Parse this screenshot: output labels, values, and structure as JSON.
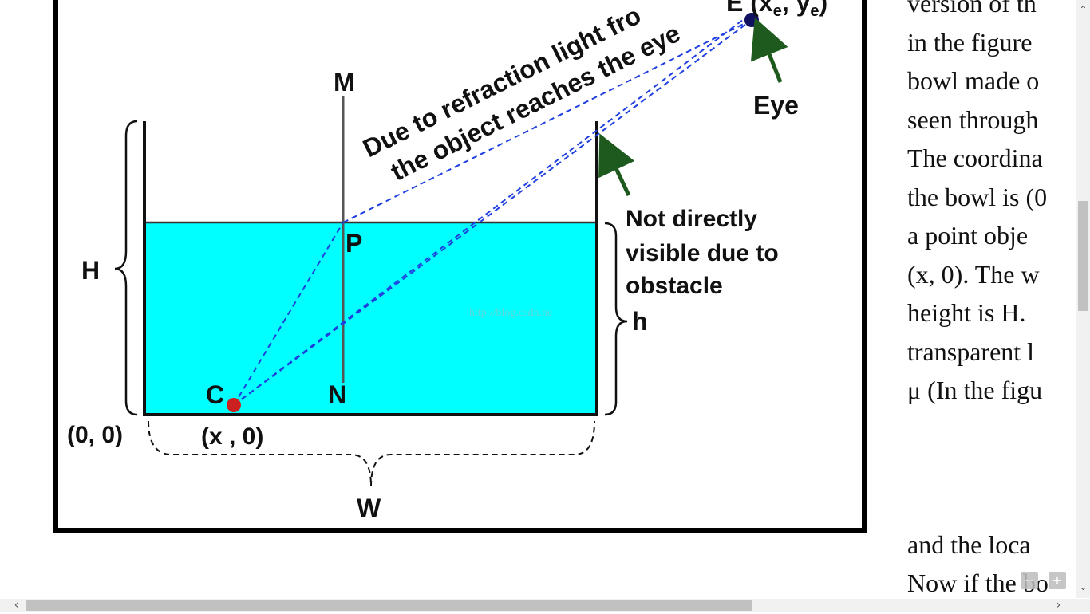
{
  "diagram": {
    "labels": {
      "top_point": "E (x",
      "top_sub_e1": "e",
      "top_comma": ", y",
      "top_sub_e2": "e",
      "top_close": ")",
      "ray_line1": "Due to refraction light fro",
      "ray_line2": "the object reaches the eye",
      "eye": "Eye",
      "m": "M",
      "p": "P",
      "n": "N",
      "c": "C",
      "h_big": "H",
      "h_small": "h",
      "w": "W",
      "origin": "(0, 0)",
      "object_pos": "(x , 0)",
      "not_visible_1": "Not directly",
      "not_visible_2": "visible due to",
      "not_visible_3": "obstacle"
    },
    "colors": {
      "liquid": "#00ffff",
      "ray": "#1f3fe0",
      "arrow": "#1e5a1e",
      "object_dot": "#cc1f1f",
      "eye_dot": "#101060"
    },
    "watermark": "http://blog.csdn.ne"
  },
  "paper": {
    "lines": [
      "version of th",
      "in the figure",
      "bowl made o",
      "seen through",
      "The coordina",
      "the bowl is (0",
      "a point obje",
      "(x, 0). The w",
      "height is H.",
      "transparent l",
      "μ (In the figu",
      "",
      "and the loca",
      "Now if the bo"
    ]
  },
  "scrollbars": {
    "v_up": "⌃",
    "v_down": "⌄",
    "h_left": "‹",
    "h_right": "›"
  },
  "zoom": {
    "minus": "−",
    "plus": "+"
  }
}
